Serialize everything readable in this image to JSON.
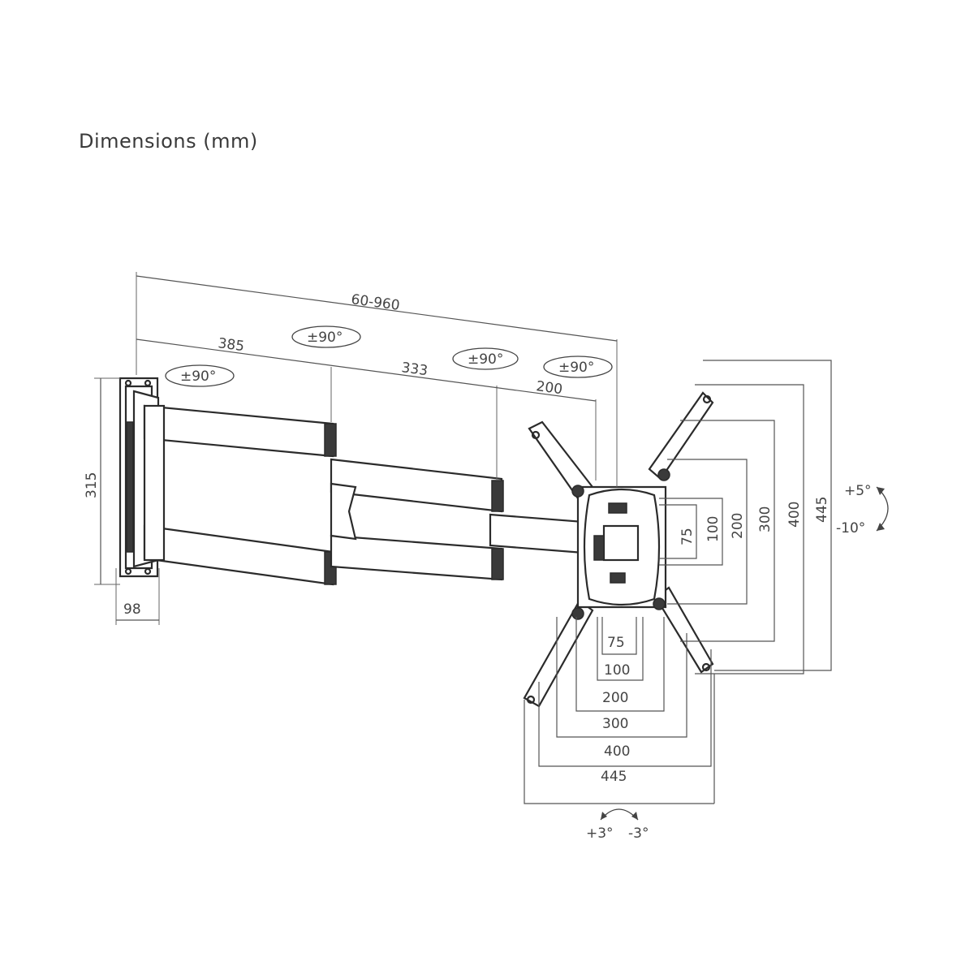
{
  "title": "Dimensions (mm)",
  "horizontal": {
    "total_extension": "60-960",
    "arm1_length": "385",
    "arm2_length": "333",
    "arm3_length": "200",
    "wall_plate_depth": "98"
  },
  "swivel": {
    "wall_pivot": "±90°",
    "elbow_pivot": "±90°",
    "second_elbow_pivot": "±90°",
    "head_pivot": "±90°"
  },
  "wall_plate_height": "315",
  "vesa_vertical": [
    "75",
    "100",
    "200",
    "300",
    "400",
    "445"
  ],
  "vesa_horizontal": [
    "75",
    "100",
    "200",
    "300",
    "400",
    "445"
  ],
  "tilt": {
    "up": "+5°",
    "down": "-10°"
  },
  "rotation": {
    "plus": "+3°",
    "minus": "-3°"
  }
}
